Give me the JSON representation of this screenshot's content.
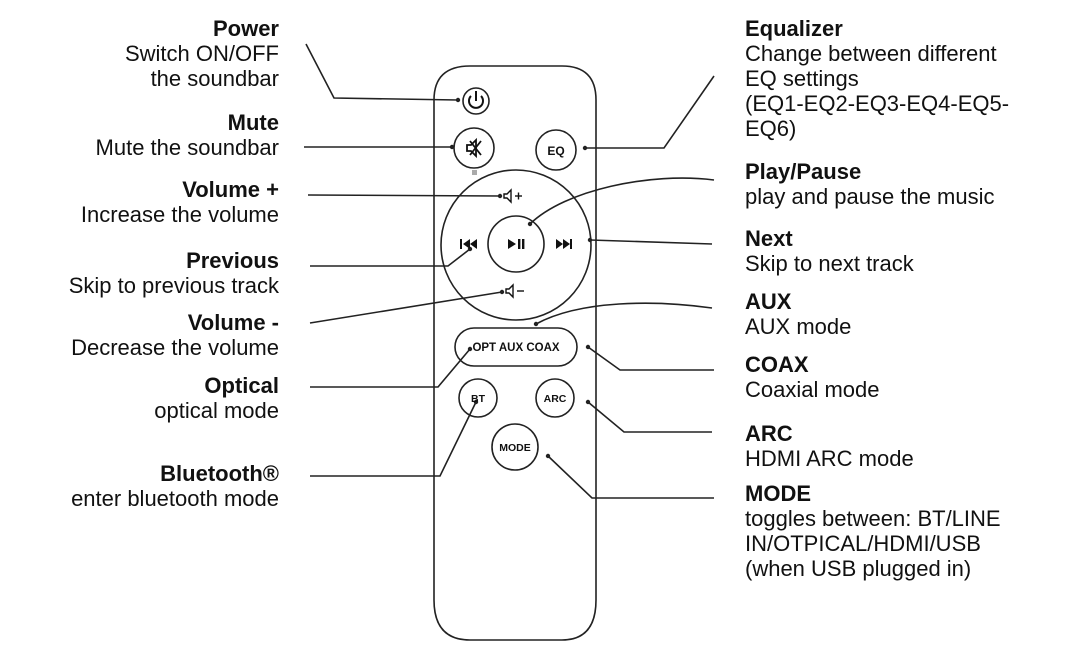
{
  "left_labels": {
    "power": {
      "title": "Power",
      "desc": [
        "Switch ON/OFF",
        "the soundbar"
      ]
    },
    "mute": {
      "title": "Mute",
      "desc": [
        "Mute the soundbar"
      ]
    },
    "volume_up": {
      "title": "Volume +",
      "desc": [
        "Increase the volume"
      ]
    },
    "previous": {
      "title": "Previous",
      "desc": [
        "Skip to previous track"
      ]
    },
    "volume_down": {
      "title": "Volume -",
      "desc": [
        "Decrease the volume"
      ]
    },
    "optical": {
      "title": "Optical",
      "desc": [
        "optical mode"
      ]
    },
    "bluetooth": {
      "title": "Bluetooth®",
      "desc": [
        "enter bluetooth mode"
      ]
    }
  },
  "right_labels": {
    "equalizer": {
      "title": "Equalizer",
      "desc": [
        "Change between different",
        "EQ settings",
        "(EQ1-EQ2-EQ3-EQ4-EQ5-",
        "EQ6)"
      ]
    },
    "play_pause": {
      "title": "Play/Pause",
      "desc": [
        "play and pause the music"
      ]
    },
    "next": {
      "title": "Next",
      "desc": [
        "Skip to next track"
      ]
    },
    "aux": {
      "title": "AUX",
      "desc": [
        "AUX mode"
      ]
    },
    "coax": {
      "title": "COAX",
      "desc": [
        "Coaxial mode"
      ]
    },
    "arc": {
      "title": "ARC",
      "desc": [
        "HDMI ARC mode"
      ]
    },
    "mode": {
      "title": "MODE",
      "desc": [
        "toggles between: BT/LINE",
        "IN/OTPICAL/HDMI/USB",
        "(when USB plugged in)"
      ]
    }
  },
  "remote_buttons": {
    "eq": "EQ",
    "input": "OPT AUX COAX",
    "bt": "BT",
    "arc": "ARC",
    "mode": "MODE"
  }
}
